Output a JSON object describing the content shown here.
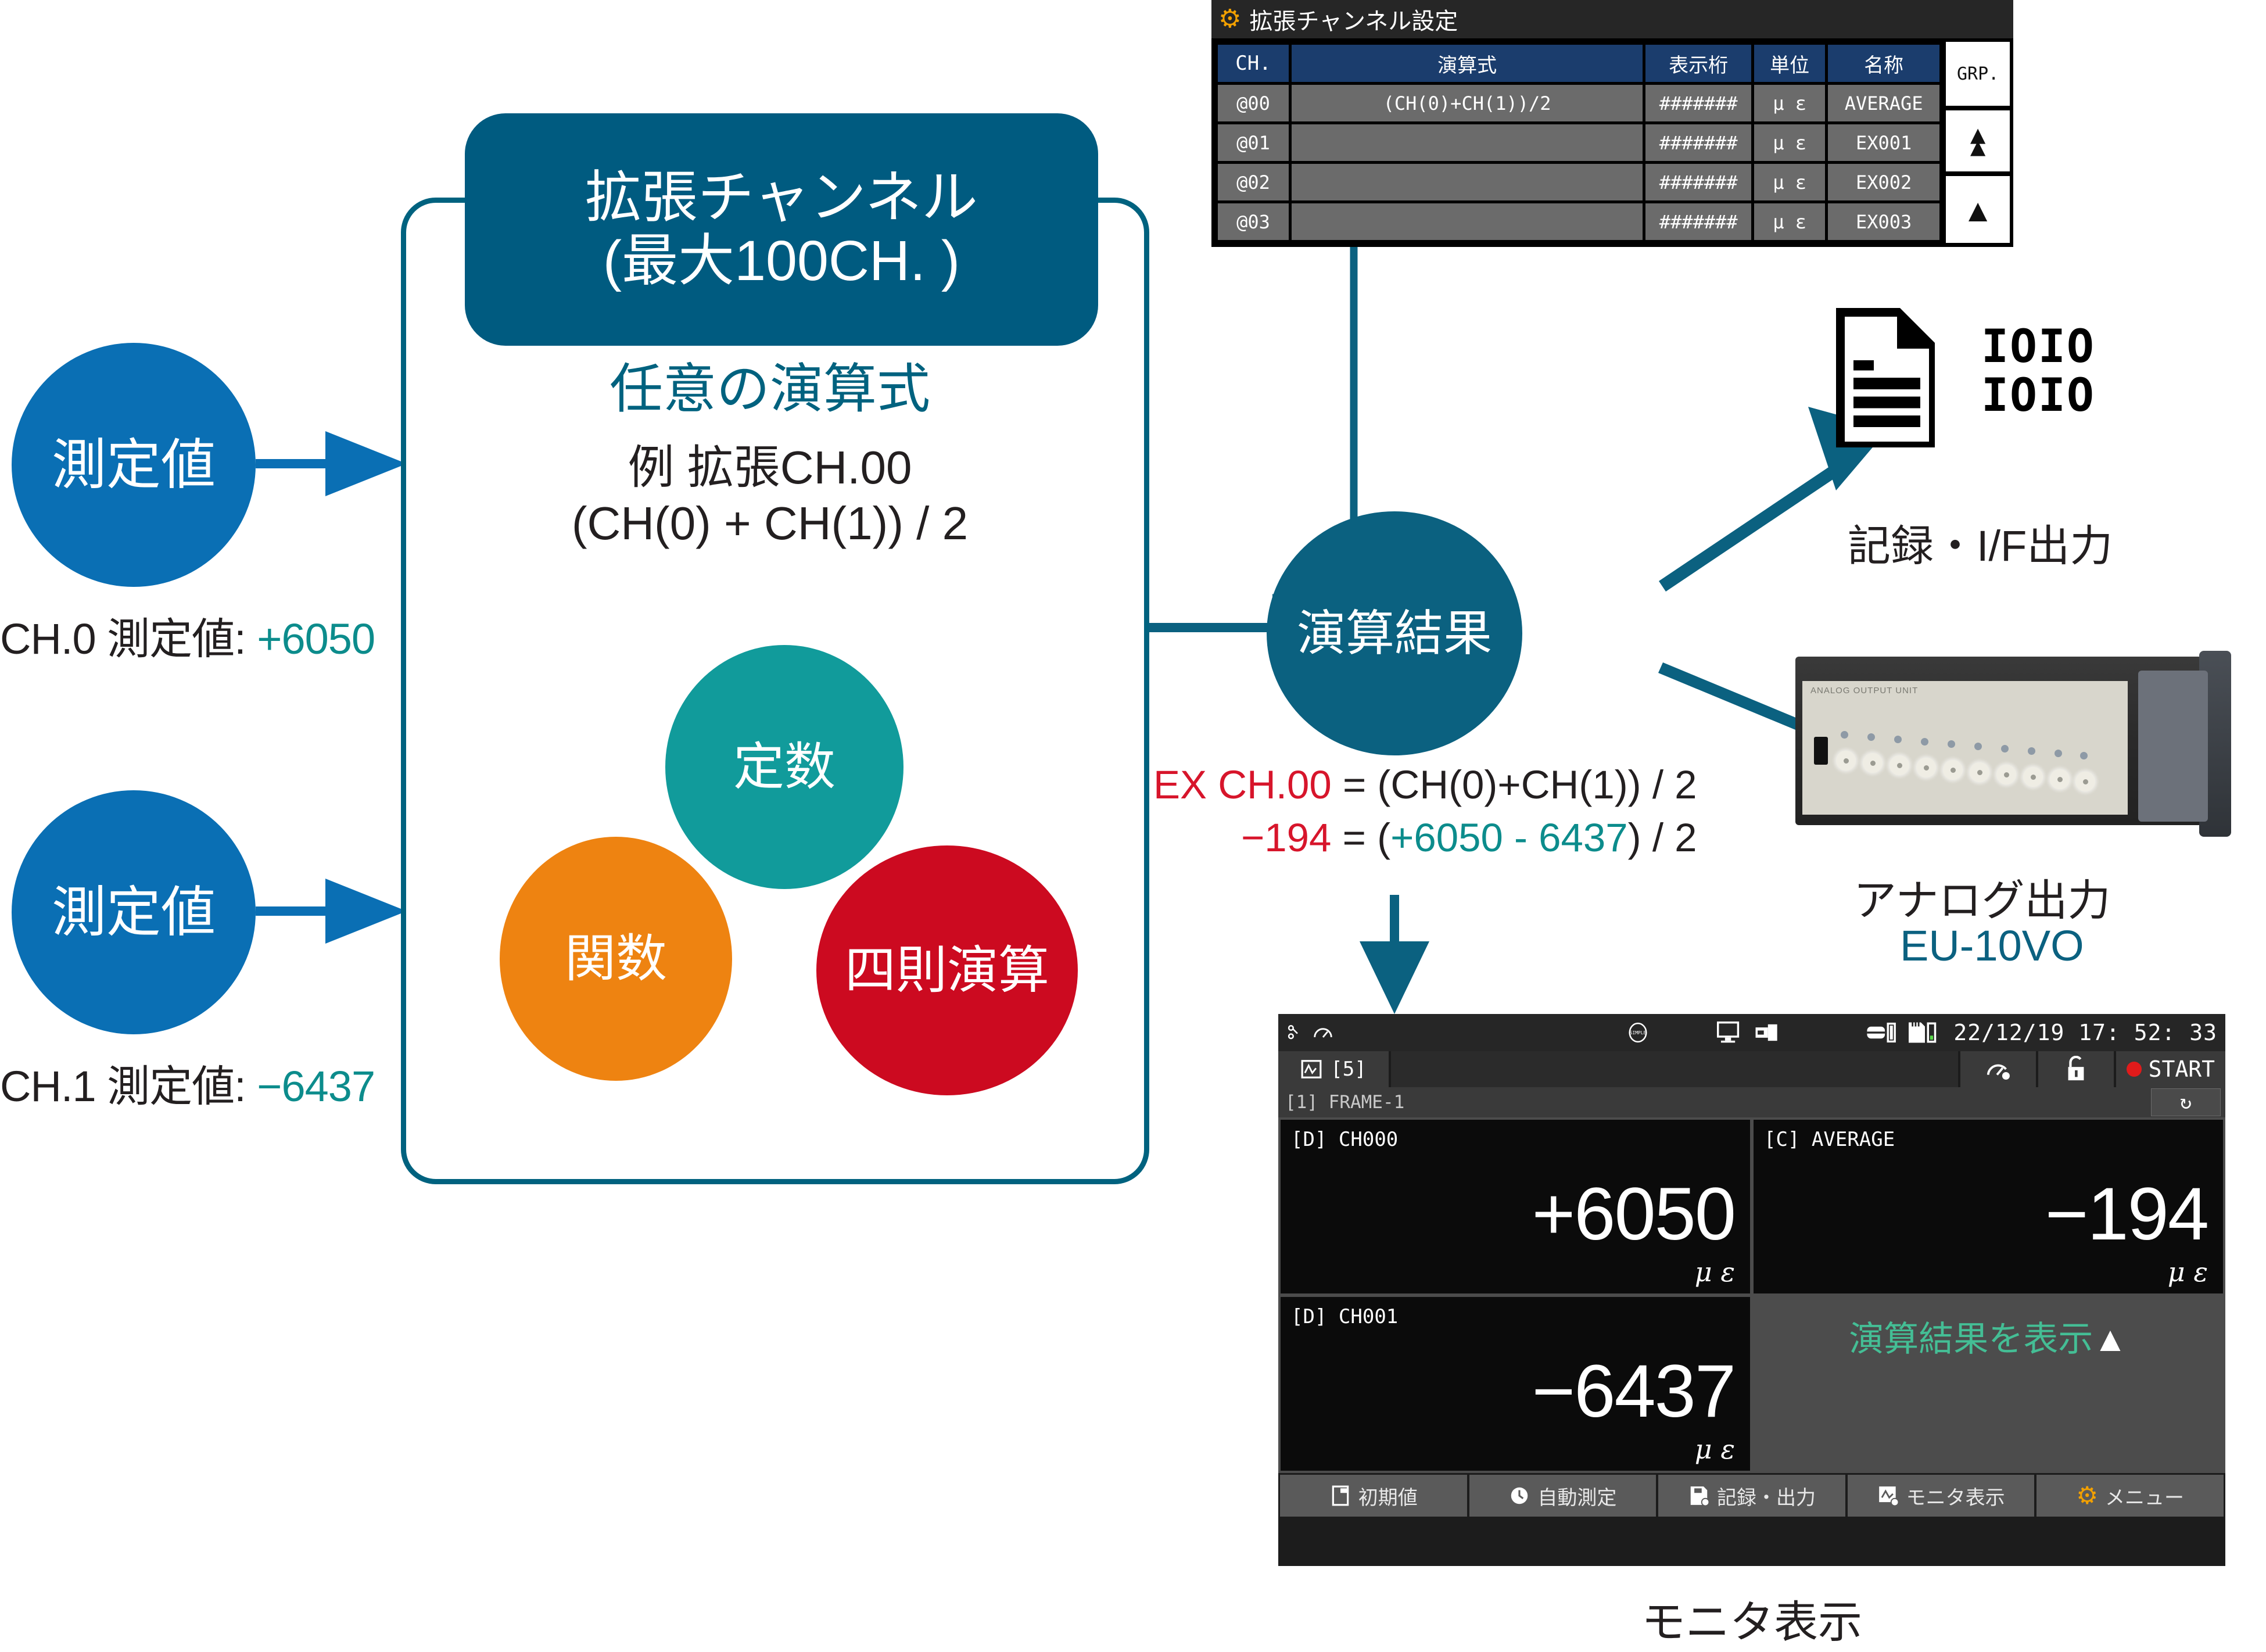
{
  "inputs": [
    {
      "circle_label": "測定値",
      "caption_prefix": "CH.0 測定値: ",
      "caption_value": "+6050"
    },
    {
      "circle_label": "測定値",
      "caption_prefix": "CH.1 測定値: ",
      "caption_value": "−6437"
    }
  ],
  "main": {
    "badge_line1": "拡張チャンネル",
    "badge_line2": "(最大100CH. )",
    "subhead": "任意の演算式",
    "example_line1": "例 拡張CH.00",
    "example_line2": "(CH(0) + CH(1)) / 2",
    "bubbles": [
      {
        "label": "定数",
        "color": "#119B9B"
      },
      {
        "label": "関数",
        "color": "#EE8311"
      },
      {
        "label": "四則演算",
        "color": "#CC0A20"
      }
    ]
  },
  "result": {
    "circle_label": "演算結果",
    "formula_line1_red": "EX CH.00",
    "formula_line1_rest": " = (CH(0)+CH(1)) / 2",
    "formula_line2_red": "−194",
    "formula_line2_eq": " = (",
    "formula_line2_teal": "+6050 - 6437",
    "formula_line2_tail": ") / 2"
  },
  "outputs": {
    "record": {
      "label": "記録・I/F出力",
      "binary_line1": "IOIO",
      "binary_line2": "IOIO"
    },
    "analog": {
      "label": "アナログ出力",
      "model": "EU-10VO",
      "face_text": "ANALOG OUTPUT UNIT"
    }
  },
  "settings_screen": {
    "title": "拡張チャンネル設定",
    "columns": [
      "CH.",
      "演算式",
      "表示桁",
      "単位",
      "名称"
    ],
    "grp_label": "GRP.",
    "rows": [
      {
        "ch": "@00",
        "formula": "(CH(0)+CH(1))/2",
        "digits": "#######",
        "unit": "μ ε",
        "name": "AVERAGE"
      },
      {
        "ch": "@01",
        "formula": "",
        "digits": "#######",
        "unit": "μ ε",
        "name": "EX001"
      },
      {
        "ch": "@02",
        "formula": "",
        "digits": "#######",
        "unit": "μ ε",
        "name": "EX002"
      },
      {
        "ch": "@03",
        "formula": "",
        "digits": "#######",
        "unit": "μ ε",
        "name": "EX003"
      }
    ]
  },
  "monitor": {
    "caption": "モニタ表示",
    "status": {
      "datetime": "22/12/19 17: 52: 33",
      "simple_badge": "SIMPLE"
    },
    "toolbar": {
      "frame_count": "[5]",
      "start_label": "START"
    },
    "frame_bar": {
      "title": "[1] FRAME-1"
    },
    "panels": [
      {
        "tag": "[D]",
        "name": "CH000",
        "value": "+6050",
        "unit": "μ ε"
      },
      {
        "tag": "[C]",
        "name": "AVERAGE",
        "value": "−194",
        "unit": "μ ε"
      },
      {
        "tag": "[D]",
        "name": "CH001",
        "value": "−6437",
        "unit": "μ ε"
      }
    ],
    "hint": {
      "green": "演算結果を表示",
      "white": "▲"
    },
    "footer": [
      {
        "label": "初期値"
      },
      {
        "label": "自動測定"
      },
      {
        "label": "記録・出力"
      },
      {
        "label": "モニタ表示"
      },
      {
        "label": "メニュー"
      }
    ]
  },
  "colors": {
    "brand_blue": "#0A6FB4",
    "brand_teal": "#005B80",
    "accent_red": "#D7152B",
    "accent_teal": "#0C8C8C",
    "accent_green": "#44BE95",
    "accent_orange": "#F2A000"
  }
}
